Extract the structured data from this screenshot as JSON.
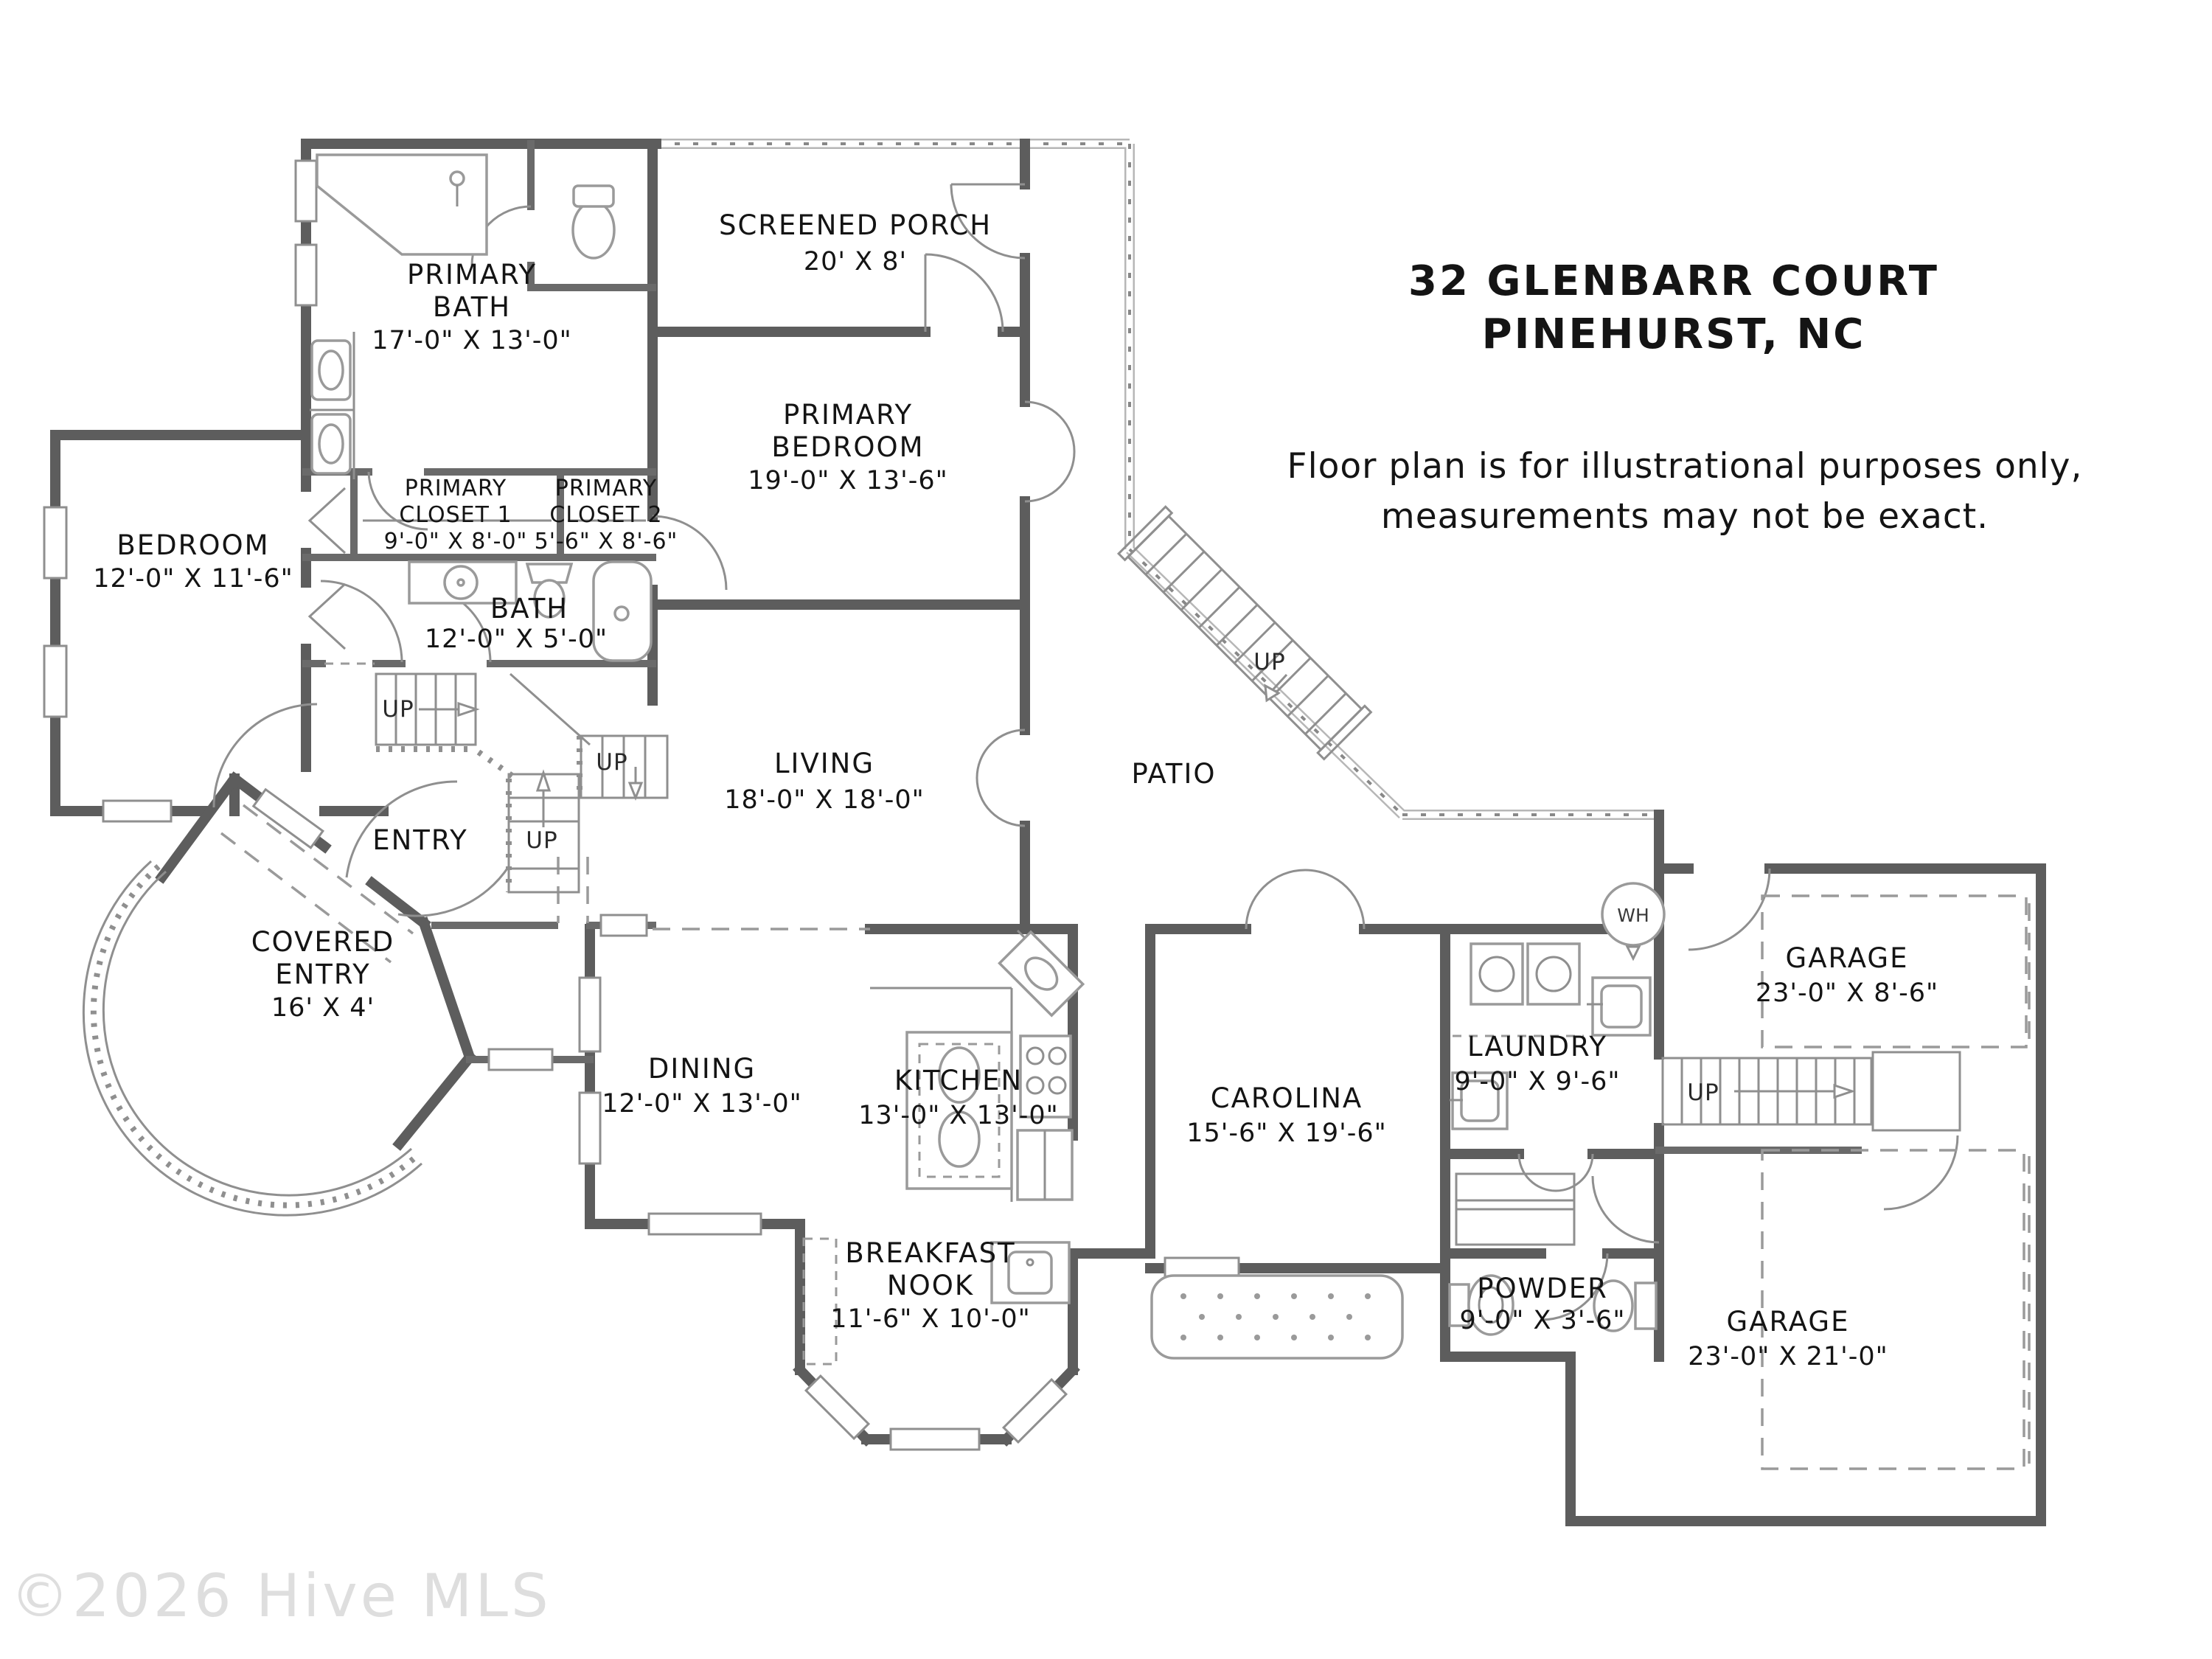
{
  "header": {
    "address_line1": "32 GLENBARR COURT",
    "address_line2": "PINEHURST, NC",
    "disclaimer_line1": "Floor plan is for illustrational purposes only,",
    "disclaimer_line2": "measurements may not be exact."
  },
  "watermark": {
    "text": "©2026 Hive MLS"
  },
  "rooms": {
    "primary_bath": {
      "lines": [
        "PRIMARY",
        "BATH",
        "17'-0\" X 13'-0\""
      ]
    },
    "screened_porch": {
      "lines": [
        "SCREENED PORCH",
        "20' X 8'"
      ]
    },
    "primary_bedroom": {
      "lines": [
        "PRIMARY",
        "BEDROOM",
        "19'-0\" X 13'-6\""
      ]
    },
    "primary_closet_1": {
      "lines": [
        "PRIMARY",
        "CLOSET 1",
        "9'-0\" X 8'-0\""
      ]
    },
    "primary_closet_2": {
      "lines": [
        "PRIMARY",
        "CLOSET 2",
        "5'-6\" X 8'-6\""
      ]
    },
    "bedroom": {
      "lines": [
        "BEDROOM",
        "12'-0\" X 11'-6\""
      ]
    },
    "bath": {
      "lines": [
        "BATH",
        "12'-0\" X 5'-0\""
      ]
    },
    "living": {
      "lines": [
        "LIVING",
        "18'-0\" X 18'-0\""
      ]
    },
    "patio": {
      "lines": [
        "PATIO"
      ]
    },
    "entry": {
      "lines": [
        "ENTRY"
      ]
    },
    "covered_entry": {
      "lines": [
        "COVERED",
        "ENTRY",
        "16' X 4'"
      ]
    },
    "dining": {
      "lines": [
        "DINING",
        "12'-0\" X 13'-0\""
      ]
    },
    "kitchen": {
      "lines": [
        "KITCHEN",
        "13'-0\" X 13'-0\""
      ]
    },
    "breakfast_nook": {
      "lines": [
        "BREAKFAST",
        "NOOK",
        "11'-6\" X 10'-0\""
      ]
    },
    "carolina": {
      "lines": [
        "CAROLINA",
        "15'-6\" X 19'-6\""
      ]
    },
    "laundry": {
      "lines": [
        "LAUNDRY",
        "9'-0\" X 9'-6\""
      ]
    },
    "powder": {
      "lines": [
        "POWDER",
        "9'-0\" X 3'-6\""
      ]
    },
    "garage_upper": {
      "lines": [
        "GARAGE",
        "23'-0\" X 8'-6\""
      ]
    },
    "garage_lower": {
      "lines": [
        "GARAGE",
        "23'-0\" X 21'-0\""
      ]
    }
  },
  "stairs": {
    "labels": [
      "UP",
      "UP",
      "UP",
      "UP",
      "UP"
    ]
  },
  "fixtures": {
    "water_heater": "WH"
  }
}
